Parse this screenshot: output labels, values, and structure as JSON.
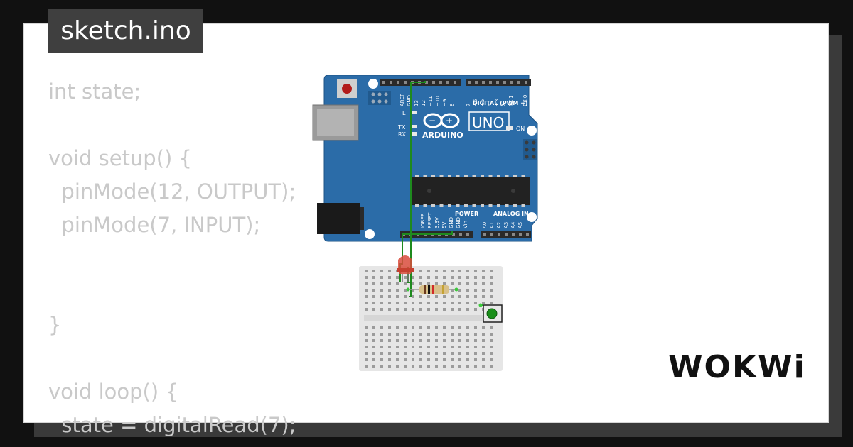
{
  "tab": {
    "filename": "sketch.ino"
  },
  "code_lines": [
    "int state;",
    "",
    "void setup() {",
    "  pinMode(12, OUTPUT);",
    "  pinMode(7, INPUT);",
    "",
    "",
    "}",
    "",
    "void loop() {",
    "  state = digitalRead(7);"
  ],
  "board": {
    "model": "UNO",
    "brand": "ARDUINO",
    "digital_header_label": "DIGITAL (PWM ~)",
    "power_label": "POWER",
    "analog_label": "ANALOG IN",
    "on_label": "ON",
    "l_label": "L",
    "tx_label": "TX",
    "rx_label": "RX",
    "top_pins": [
      "AREF",
      "GND",
      "13",
      "12",
      "~11",
      "~10",
      "~9",
      "8",
      "7",
      "~6",
      "~5",
      "4",
      "~3",
      "2",
      "TX 1",
      "RX 0"
    ],
    "bottom_pins": [
      "IOREF",
      "RESET",
      "3.3V",
      "5V",
      "GND",
      "GND",
      "Vin",
      "A0",
      "A1",
      "A2",
      "A3",
      "A4",
      "A5"
    ],
    "board_color": "#2b6ca8"
  },
  "logo": {
    "text": "WOKWi"
  },
  "colors": {
    "wire": "#1e8a1e",
    "led": "#d94c3d",
    "button": "#1a8f1a",
    "code_text": "#c9c9c9"
  }
}
